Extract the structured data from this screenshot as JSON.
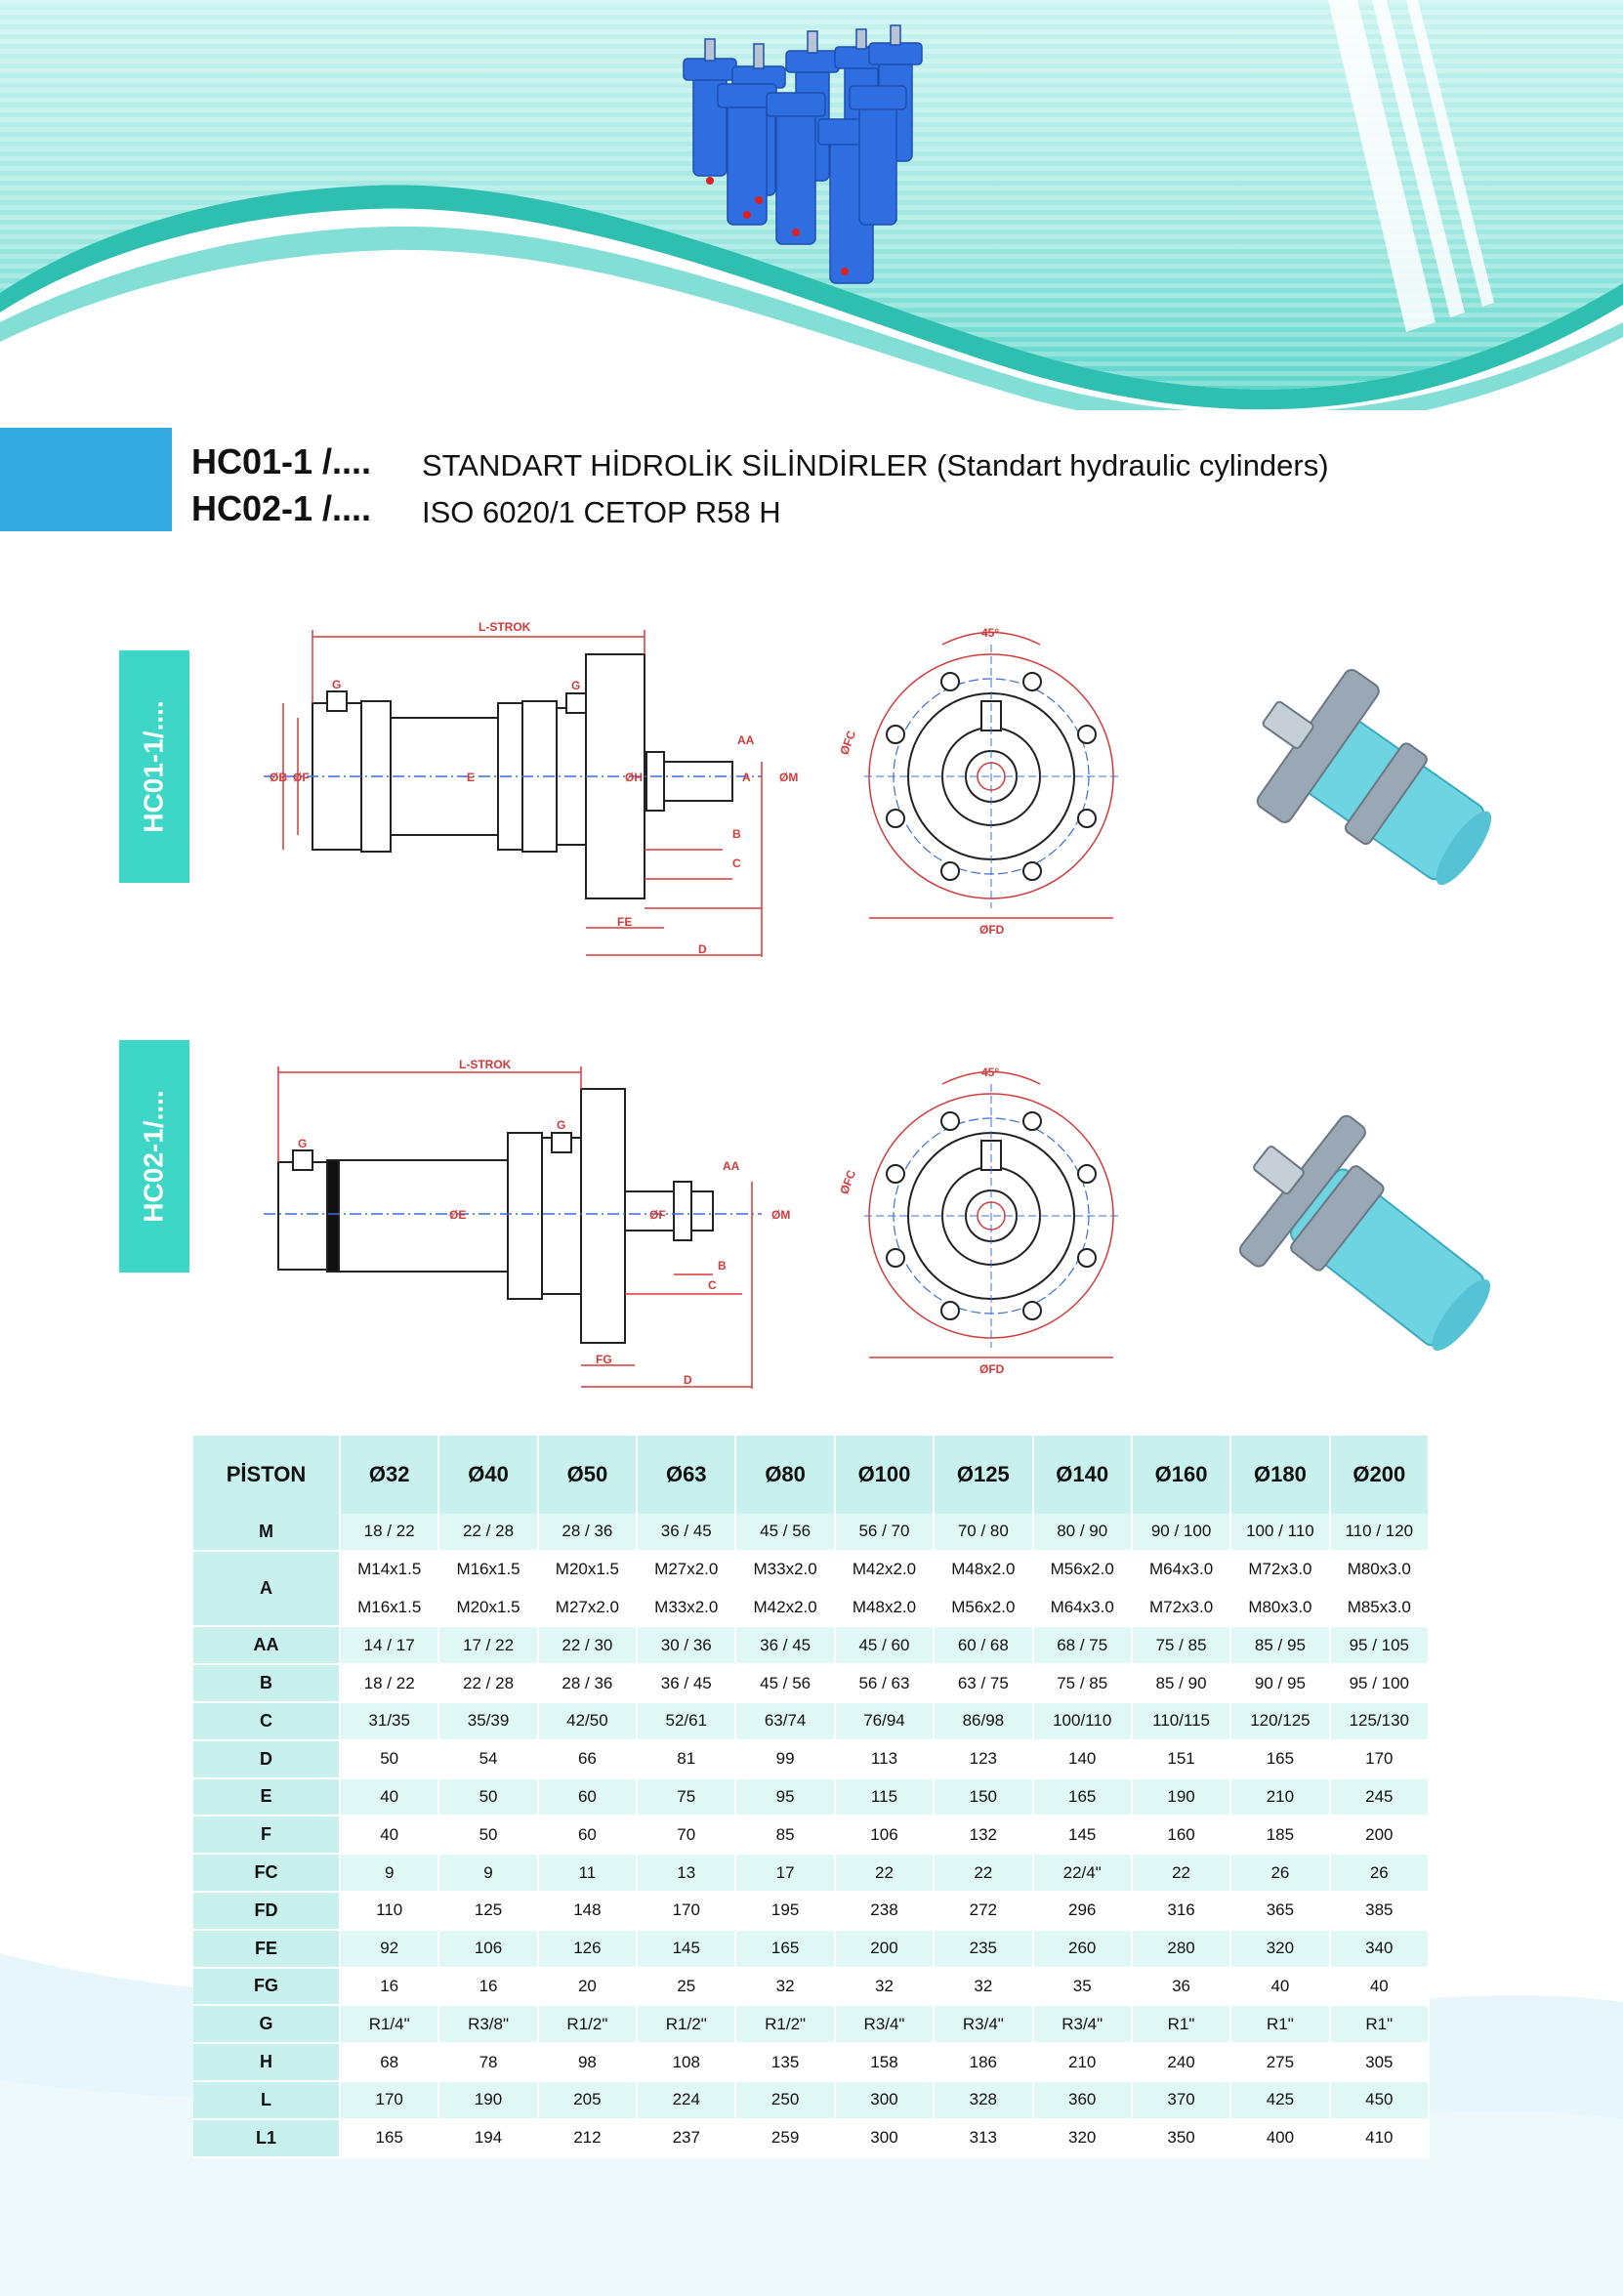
{
  "header": {
    "title_codes": [
      "HC01-1 /....",
      "HC02-1 /...."
    ],
    "title_descriptions": [
      "STANDART HİDROLİK SİLİNDİRLER (Standart hydraulic cylinders)",
      "ISO 6020/1 CETOP R58 H"
    ]
  },
  "colors": {
    "accent_blue": "#35a9e1",
    "accent_teal": "#3ed6c6",
    "table_header": "#c8f1ee",
    "drawing_red": "#d23a3a",
    "drawing_blue": "#3a6fd6",
    "cylinder_blue": "#2f6ee0"
  },
  "sections": [
    {
      "tab_label": "HC01-1/....",
      "front_labels": {
        "length": "L-STROK",
        "port_left": "G",
        "port_right": "G",
        "aa": "AA",
        "b": "B",
        "c": "C",
        "d": "D",
        "fe": "FE",
        "dia_e": "E",
        "dia_f": "ØF",
        "dia_h": "ØH",
        "dia_m": "ØM",
        "a": "A",
        "fb": "ØB"
      },
      "end_labels": {
        "angle": "45°",
        "fc": "ØFC",
        "fd": "ØFD"
      }
    },
    {
      "tab_label": "HC02-1/....",
      "front_labels": {
        "length": "L-STROK",
        "port_left": "G",
        "port_right": "G",
        "aa": "AA",
        "b": "B",
        "c": "C",
        "d": "D",
        "fg": "FG",
        "dia_e": "ØE",
        "dia_f": "ØF",
        "dia_m": "ØM"
      },
      "end_labels": {
        "angle": "45°",
        "fc": "ØFC",
        "fd": "ØFD"
      }
    }
  ],
  "table": {
    "header_label": "PİSTON",
    "columns": [
      "Ø32",
      "Ø40",
      "Ø50",
      "Ø63",
      "Ø80",
      "Ø100",
      "Ø125",
      "Ø140",
      "Ø160",
      "Ø180",
      "Ø200"
    ],
    "rows": [
      {
        "label": "M",
        "values": [
          "18 / 22",
          "22 / 28",
          "28 / 36",
          "36 / 45",
          "45 / 56",
          "56 / 70",
          "70 / 80",
          "80 / 90",
          "90 / 100",
          "100 / 110",
          "110 / 120"
        ]
      },
      {
        "label": "A",
        "values": [
          "M14x1.5",
          "M16x1.5",
          "M20x1.5",
          "M27x2.0",
          "M33x2.0",
          "M42x2.0",
          "M48x2.0",
          "M56x2.0",
          "M64x3.0",
          "M72x3.0",
          "M80x3.0"
        ],
        "values2": [
          "M16x1.5",
          "M20x1.5",
          "M27x2.0",
          "M33x2.0",
          "M42x2.0",
          "M48x2.0",
          "M56x2.0",
          "M64x3.0",
          "M72x3.0",
          "M80x3.0",
          "M85x3.0"
        ]
      },
      {
        "label": "AA",
        "values": [
          "14 / 17",
          "17 / 22",
          "22 / 30",
          "30 / 36",
          "36 / 45",
          "45 / 60",
          "60 / 68",
          "68 / 75",
          "75 / 85",
          "85 / 95",
          "95 / 105"
        ]
      },
      {
        "label": "B",
        "values": [
          "18 / 22",
          "22 / 28",
          "28 / 36",
          "36 / 45",
          "45 / 56",
          "56 / 63",
          "63 / 75",
          "75 / 85",
          "85 / 90",
          "90 / 95",
          "95 / 100"
        ]
      },
      {
        "label": "C",
        "values": [
          "31/35",
          "35/39",
          "42/50",
          "52/61",
          "63/74",
          "76/94",
          "86/98",
          "100/110",
          "110/115",
          "120/125",
          "125/130"
        ]
      },
      {
        "label": "D",
        "values": [
          "50",
          "54",
          "66",
          "81",
          "99",
          "113",
          "123",
          "140",
          "151",
          "165",
          "170"
        ]
      },
      {
        "label": "E",
        "values": [
          "40",
          "50",
          "60",
          "75",
          "95",
          "115",
          "150",
          "165",
          "190",
          "210",
          "245"
        ]
      },
      {
        "label": "F",
        "values": [
          "40",
          "50",
          "60",
          "70",
          "85",
          "106",
          "132",
          "145",
          "160",
          "185",
          "200"
        ]
      },
      {
        "label": "FC",
        "values": [
          "9",
          "9",
          "11",
          "13",
          "17",
          "22",
          "22",
          "22/4\"",
          "22",
          "26",
          "26"
        ]
      },
      {
        "label": "FD",
        "values": [
          "110",
          "125",
          "148",
          "170",
          "195",
          "238",
          "272",
          "296",
          "316",
          "365",
          "385"
        ]
      },
      {
        "label": "FE",
        "values": [
          "92",
          "106",
          "126",
          "145",
          "165",
          "200",
          "235",
          "260",
          "280",
          "320",
          "340"
        ]
      },
      {
        "label": "FG",
        "values": [
          "16",
          "16",
          "20",
          "25",
          "32",
          "32",
          "32",
          "35",
          "36",
          "40",
          "40"
        ]
      },
      {
        "label": "G",
        "values": [
          "R1/4\"",
          "R3/8\"",
          "R1/2\"",
          "R1/2\"",
          "R1/2\"",
          "R3/4\"",
          "R3/4\"",
          "R3/4\"",
          "R1\"",
          "R1\"",
          "R1\""
        ]
      },
      {
        "label": "H",
        "values": [
          "68",
          "78",
          "98",
          "108",
          "135",
          "158",
          "186",
          "210",
          "240",
          "275",
          "305"
        ]
      },
      {
        "label": "L",
        "values": [
          "170",
          "190",
          "205",
          "224",
          "250",
          "300",
          "328",
          "360",
          "370",
          "425",
          "450"
        ]
      },
      {
        "label": "L1",
        "values": [
          "165",
          "194",
          "212",
          "237",
          "259",
          "300",
          "313",
          "320",
          "350",
          "400",
          "410"
        ]
      }
    ]
  }
}
